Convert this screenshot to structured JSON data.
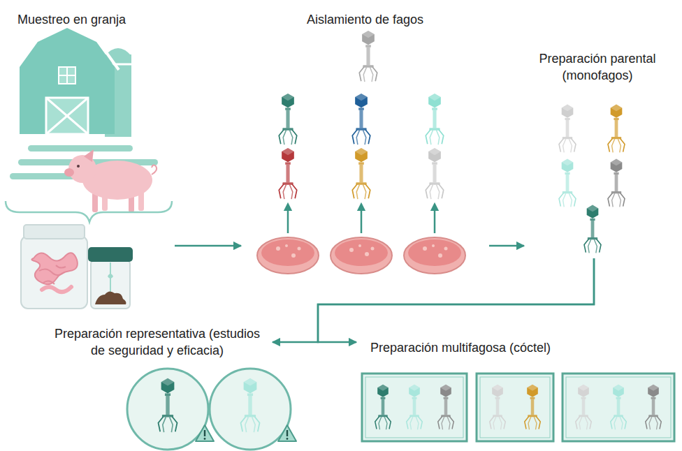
{
  "diagram": {
    "nodes": [
      {
        "text": [
          "Muestreo en granja"
        ]
      },
      {
        "text": [
          "Aislamiento de fagos"
        ]
      },
      {
        "text": [
          "Preparación parental (monofagos)"
        ]
      },
      {
        "text": [
          "Preparación representativa (estudios de seguridad y eficacia)"
        ]
      },
      {
        "text": [
          "Preparación multifagosa (cóctel)"
        ]
      }
    ],
    "edges": [
      {
        "from": 0,
        "to": 1,
        "arrow": "to"
      },
      {
        "from": 1,
        "to": 2,
        "arrow": "to"
      },
      {
        "from": 2,
        "to": 3,
        "arrow": "to"
      },
      {
        "from": 2,
        "to": 4,
        "arrow": "to"
      }
    ]
  }
}
